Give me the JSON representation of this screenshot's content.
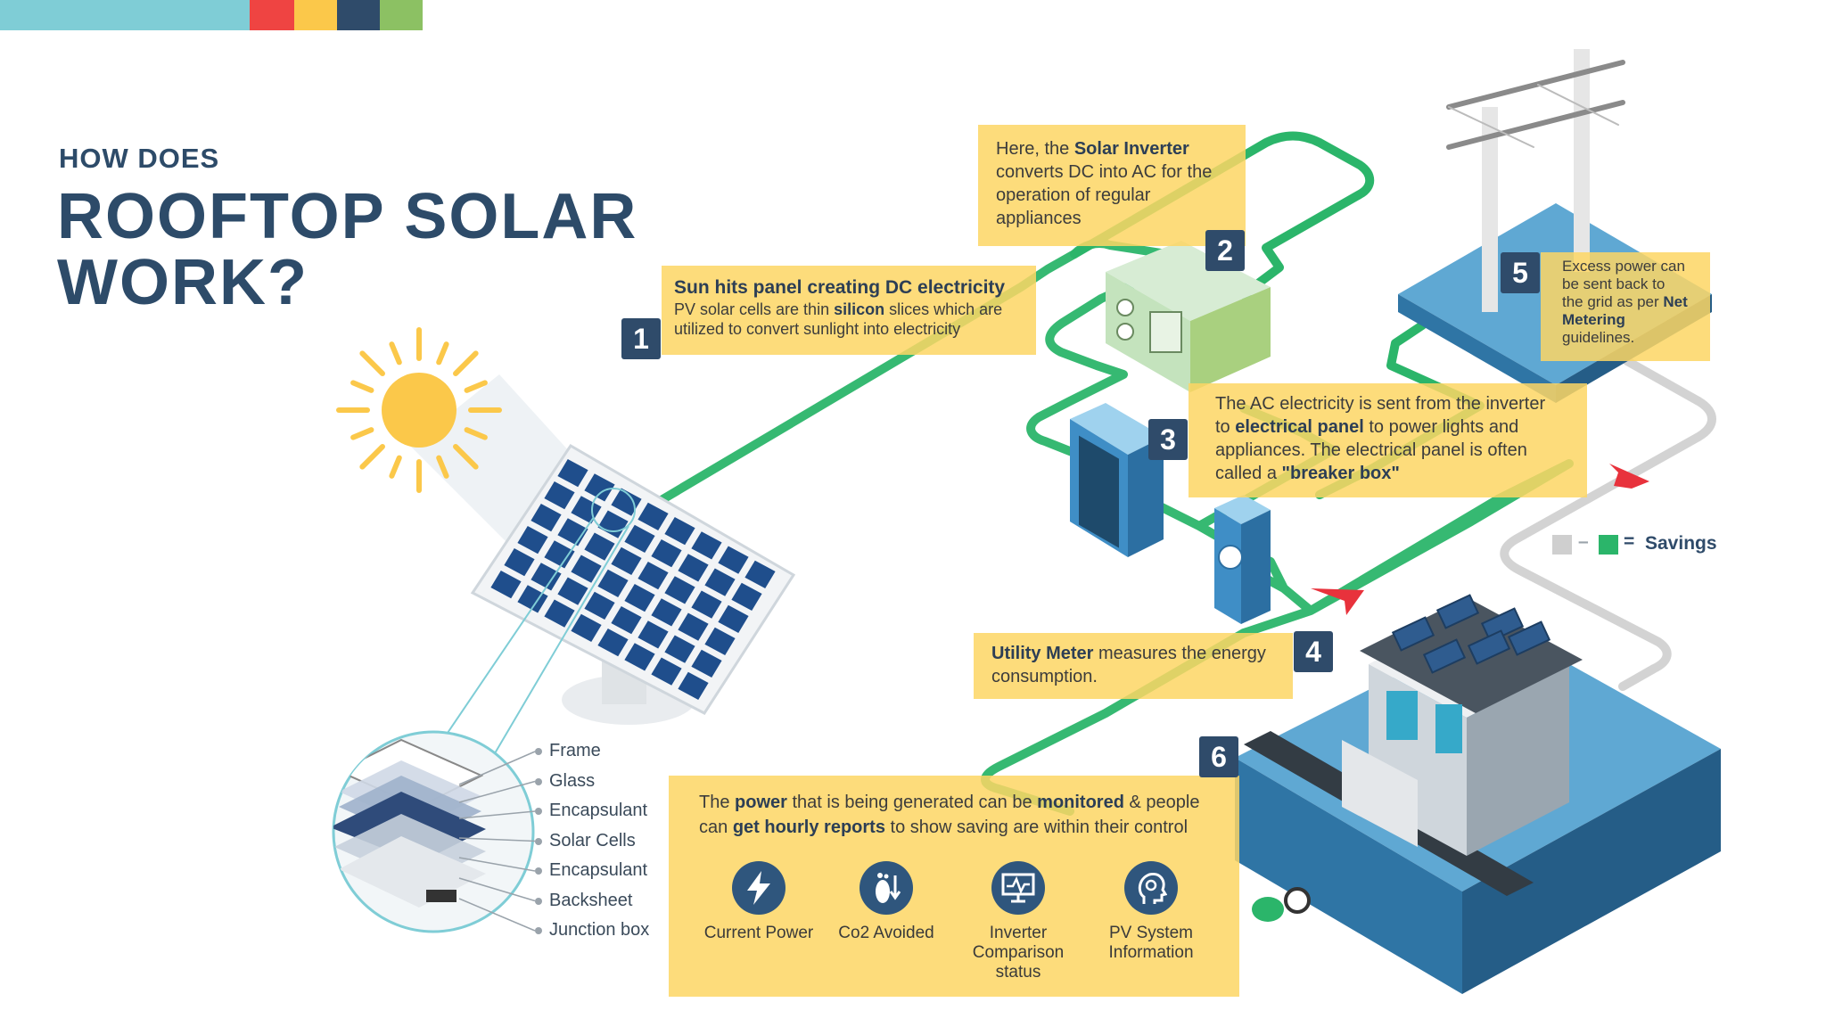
{
  "colors": {
    "top_bar": [
      "#7fcdd6",
      "#ef4442",
      "#fbc84a",
      "#2f4b6a",
      "#8cc163"
    ],
    "heading": "#2d4b69",
    "callout": "#fdd664",
    "green_wire": "#2bb56a",
    "grey_wire": "#cfcfcf",
    "arrow_red": "#e8323c",
    "badge": "#2f4b6a"
  },
  "heading": {
    "small": "HOW DOES",
    "line1": "ROOFTOP SOLAR",
    "line2": "WORK?"
  },
  "steps": {
    "s1": {
      "number": "1",
      "title": "Sun hits panel creating DC electricity",
      "text_a": "PV solar cells are thin ",
      "text_b": "silicon",
      "text_c": " slices which are utilized to convert sunlight into electricity"
    },
    "s2": {
      "number": "2",
      "text_a": "Here, the ",
      "text_b": "Solar Inverter",
      "text_c": " converts DC into AC for the operation of regular appliances"
    },
    "s3": {
      "number": "3",
      "text_a": "The AC electricity is sent from the inverter to ",
      "text_b": "electrical panel",
      "text_c": " to power lights and appliances. The electrical panel is often called a ",
      "text_d": "\"breaker box\""
    },
    "s4": {
      "number": "4",
      "text_a": "Utility Meter",
      "text_b": " measures the energy consumption."
    },
    "s5": {
      "number": "5",
      "text_a": "Excess power can be sent back to the grid as per ",
      "text_b": "Net Metering",
      "text_c": " guidelines."
    },
    "s6": {
      "number": "6",
      "text_a": "The ",
      "text_b": "power",
      "text_c": " that is being generated can be ",
      "text_d": "monitored",
      "text_e": " & people can ",
      "text_f": "get hourly reports",
      "text_g": " to show saving are within their control",
      "items": [
        {
          "icon": "lightning-icon",
          "label": "Current Power"
        },
        {
          "icon": "footprint-icon",
          "label": "Co2 Avoided"
        },
        {
          "icon": "monitor-icon",
          "label": "Inverter Comparison status"
        },
        {
          "icon": "head-gear-icon",
          "label": "PV System Information"
        }
      ]
    }
  },
  "panel_layers": [
    "Frame",
    "Glass",
    "Encapsulant",
    "Solar Cells",
    "Encapsulant",
    "Backsheet",
    "Junction box"
  ],
  "legend": {
    "dash": "–",
    "equals": "=",
    "label": "Savings"
  }
}
